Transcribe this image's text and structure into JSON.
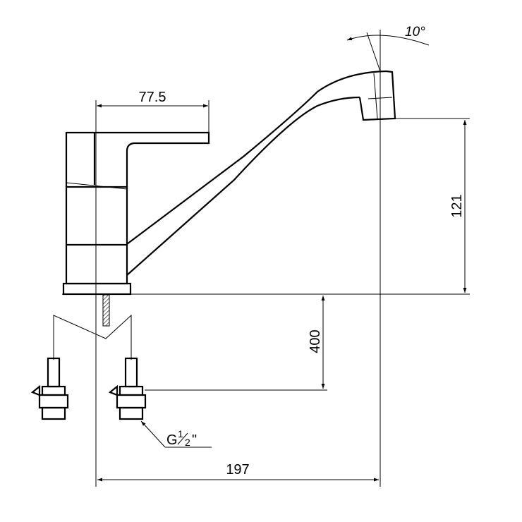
{
  "drawing": {
    "subject": "single-lever kitchen mixer tap dimension drawing",
    "line_color": "#000000",
    "background": "#ffffff"
  },
  "dimensions": {
    "lever_length": "77.5",
    "swivel_angle": "10°",
    "spout_height": "121",
    "hose_length": "400",
    "spout_reach": "197"
  },
  "thread": {
    "main": "G",
    "fraction_num": "1",
    "fraction_den": "2",
    "suffix": "\""
  }
}
